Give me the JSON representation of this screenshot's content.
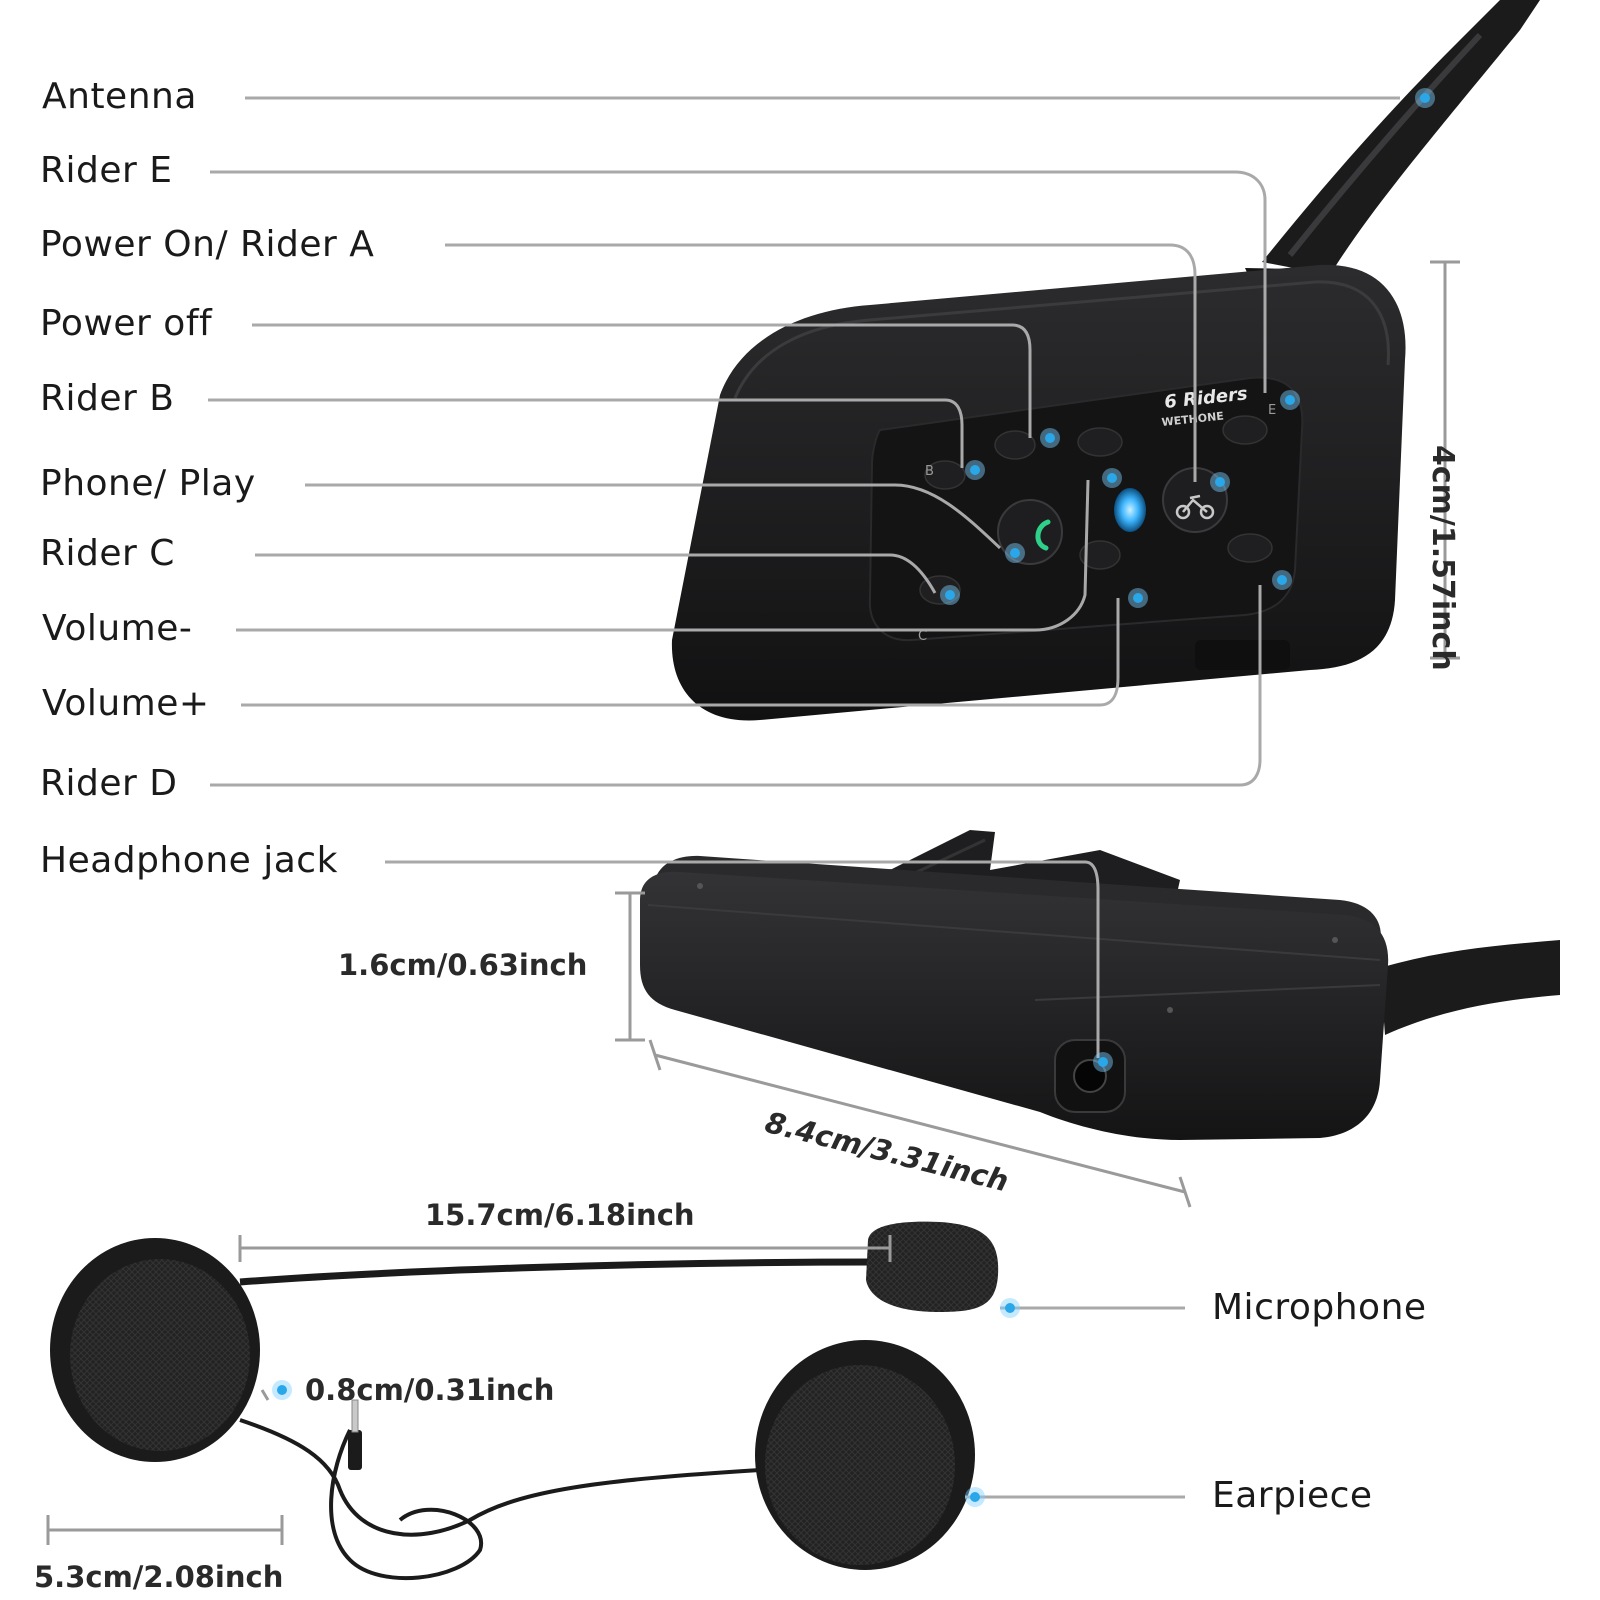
{
  "labels": {
    "antenna": "Antenna",
    "rider_e": "Rider E",
    "power_on": "Power On/ Rider A",
    "power_off": "Power off",
    "rider_b": "Rider B",
    "phone_play": "Phone/ Play",
    "rider_c": "Rider C",
    "volume_minus": "Volume-",
    "volume_plus": "Volume+",
    "rider_d": "Rider D",
    "headphone_jack": "Headphone jack",
    "microphone": "Microphone",
    "earpiece": "Earpiece"
  },
  "dimensions": {
    "height": "4cm/1.57inch",
    "thickness": "1.6cm/0.63inch",
    "length": "8.4cm/3.31inch",
    "boom": "15.7cm/6.18inch",
    "speaker_depth": "0.8cm/0.31inch",
    "speaker_diameter": "5.3cm/2.08inch"
  },
  "device": {
    "brand": "6 Riders",
    "brand_sub": "WETHONE",
    "button_letters": {
      "b": "B",
      "c": "C",
      "e": "E"
    }
  },
  "colors": {
    "callout_dot": "#2aa7e8",
    "leader_line": "#a9a9a9",
    "device_body": "#1c1c1e",
    "led": "#3fb6ff",
    "phone_icon": "#2fd08a"
  },
  "icons": [
    "phone-icon",
    "motorcycle-icon",
    "led-indicator"
  ]
}
